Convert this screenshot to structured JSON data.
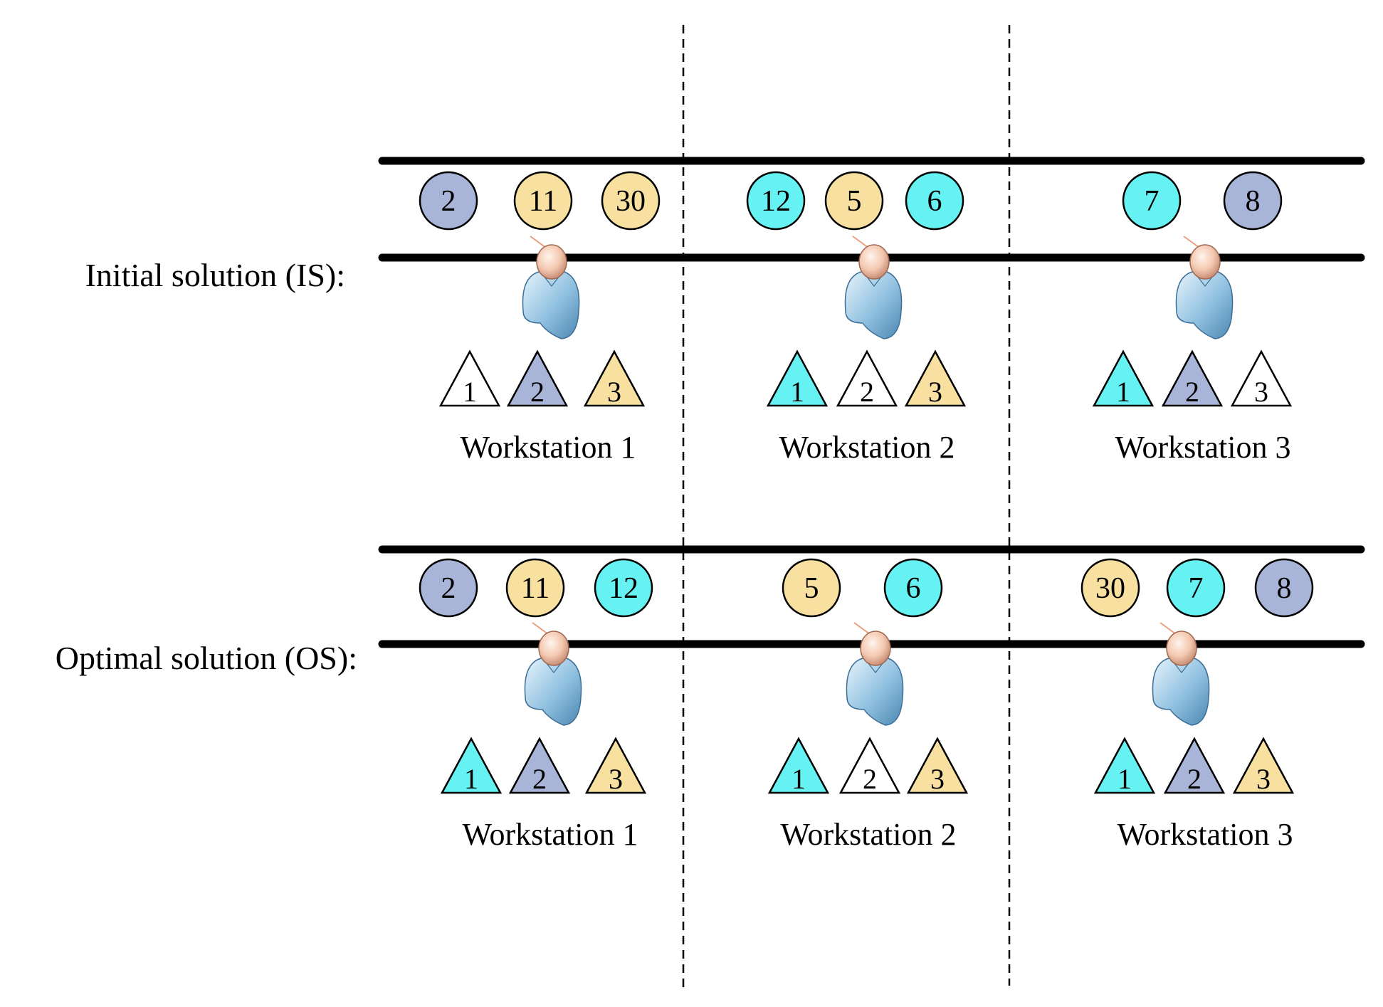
{
  "colors": {
    "blue": "#A8B4D8",
    "yellow": "#F8E0A0",
    "cyan": "#66F2F2",
    "white": "#FFFFFF",
    "line": "#000000",
    "worker_body": "#8FC0E0",
    "worker_head": "#F4C8B0"
  },
  "rows": [
    {
      "label": "Initial solution (IS):",
      "stations": [
        {
          "name": "Workstation 1",
          "tasks": [
            {
              "label": "2",
              "color": "blue"
            },
            {
              "label": "11",
              "color": "yellow"
            },
            {
              "label": "30",
              "color": "yellow"
            }
          ],
          "skills": [
            {
              "label": "1",
              "color": "white"
            },
            {
              "label": "2",
              "color": "blue"
            },
            {
              "label": "3",
              "color": "yellow"
            }
          ]
        },
        {
          "name": "Workstation 2",
          "tasks": [
            {
              "label": "12",
              "color": "cyan"
            },
            {
              "label": "5",
              "color": "yellow"
            },
            {
              "label": "6",
              "color": "cyan"
            }
          ],
          "skills": [
            {
              "label": "1",
              "color": "cyan"
            },
            {
              "label": "2",
              "color": "white"
            },
            {
              "label": "3",
              "color": "yellow"
            }
          ]
        },
        {
          "name": "Workstation 3",
          "tasks": [
            {
              "label": "7",
              "color": "cyan"
            },
            {
              "label": "8",
              "color": "blue"
            }
          ],
          "skills": [
            {
              "label": "1",
              "color": "cyan"
            },
            {
              "label": "2",
              "color": "blue"
            },
            {
              "label": "3",
              "color": "white"
            }
          ]
        }
      ]
    },
    {
      "label": "Optimal solution (OS):",
      "stations": [
        {
          "name": "Workstation 1",
          "tasks": [
            {
              "label": "2",
              "color": "blue"
            },
            {
              "label": "11",
              "color": "yellow"
            },
            {
              "label": "12",
              "color": "cyan"
            }
          ],
          "skills": [
            {
              "label": "1",
              "color": "cyan"
            },
            {
              "label": "2",
              "color": "blue"
            },
            {
              "label": "3",
              "color": "yellow"
            }
          ]
        },
        {
          "name": "Workstation 2",
          "tasks": [
            {
              "label": "5",
              "color": "yellow"
            },
            {
              "label": "6",
              "color": "cyan"
            }
          ],
          "skills": [
            {
              "label": "1",
              "color": "cyan"
            },
            {
              "label": "2",
              "color": "white"
            },
            {
              "label": "3",
              "color": "yellow"
            }
          ]
        },
        {
          "name": "Workstation 3",
          "tasks": [
            {
              "label": "30",
              "color": "yellow"
            },
            {
              "label": "7",
              "color": "cyan"
            },
            {
              "label": "8",
              "color": "blue"
            }
          ],
          "skills": [
            {
              "label": "1",
              "color": "cyan"
            },
            {
              "label": "2",
              "color": "blue"
            },
            {
              "label": "3",
              "color": "yellow"
            }
          ]
        }
      ]
    }
  ]
}
